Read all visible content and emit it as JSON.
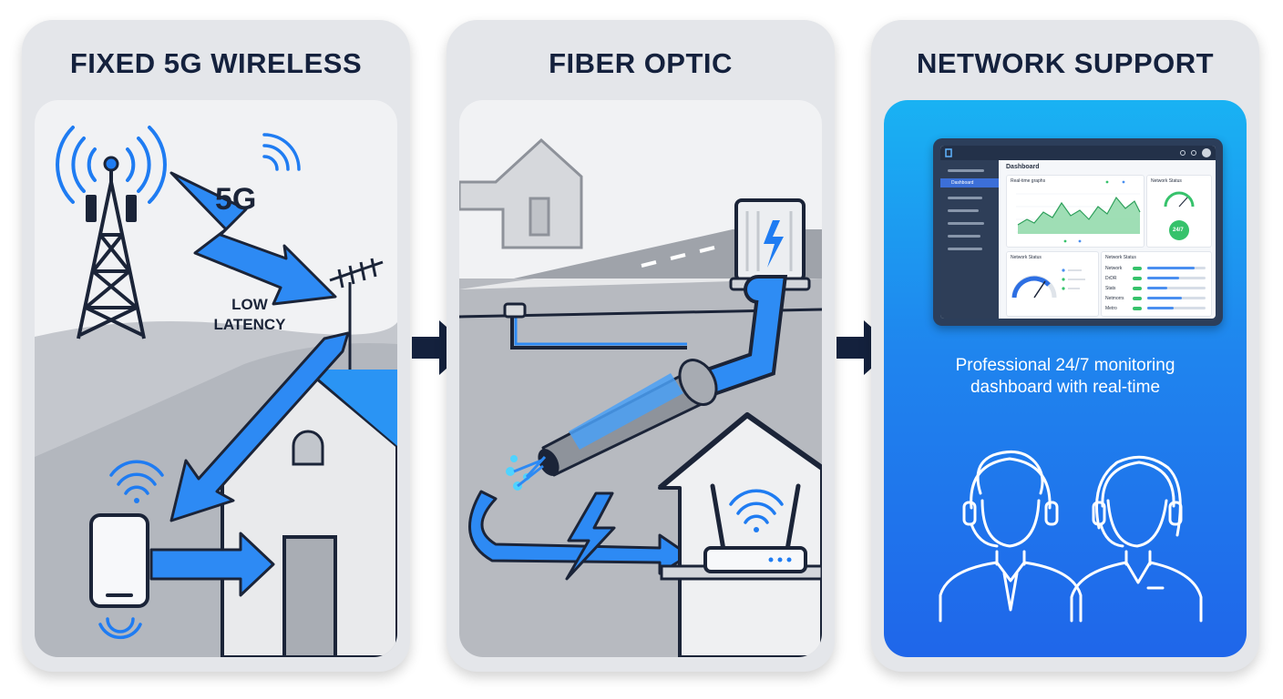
{
  "panels": [
    {
      "title": "FIXED 5G WIRELESS",
      "labels": {
        "fiveg": "5G",
        "latency_line1": "LOW",
        "latency_line2": "LATENCY"
      },
      "icons": [
        "cell-tower-icon",
        "lightning-bolt-icon",
        "antenna-icon",
        "house-icon",
        "wifi-icon",
        "modem-icon",
        "arrow-right-icon"
      ]
    },
    {
      "title": "FIBER OPTIC",
      "icons": [
        "house-icon",
        "junction-box-icon",
        "fiber-cable-icon",
        "lightning-bolt-icon",
        "router-icon",
        "wifi-icon",
        "arrow-right-icon"
      ]
    },
    {
      "title": "NETWORK SUPPORT",
      "caption_line1": "Professional 24/7 monitoring",
      "caption_line2": "dashboard with real-time",
      "dashboard": {
        "heading": "Dashboard",
        "nav_active": "Dashboard",
        "chart_card_title": "Real-time graphs",
        "status_card_title": "Network Status",
        "gauge_card_title": "Network Status",
        "list_card_title": "Network Status",
        "badge": "24/7",
        "list_items": [
          "Network",
          "DrDR",
          "Stats",
          "Netmorrs",
          "Metro"
        ],
        "list_levels": [
          0.82,
          0.55,
          0.35,
          0.6,
          0.45
        ]
      },
      "icons": [
        "support-agent-male-icon",
        "support-agent-female-icon"
      ]
    }
  ],
  "flow_arrows": [
    "arrow-right-icon",
    "arrow-right-icon"
  ],
  "colors": {
    "navy": "#14213d",
    "blue": "#1f7cf2",
    "light_blue": "#2fb6f5",
    "panel_bg": "#e4e6ea",
    "green": "#36c26b"
  }
}
